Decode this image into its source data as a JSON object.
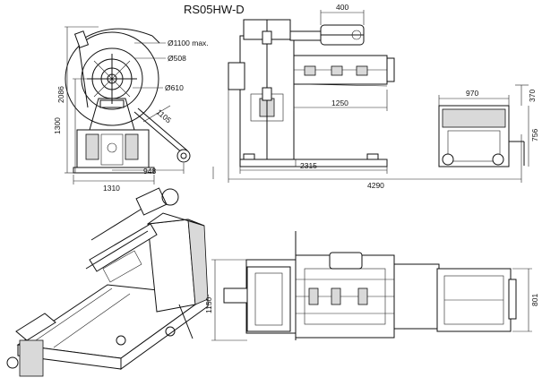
{
  "title": "RS05HW-D",
  "dimensions": {
    "d1100": "Ø1100 max.",
    "d508": "Ø508",
    "d610": "Ø610",
    "h2086": "2086",
    "h1300": "1300",
    "l1105": "1105",
    "w948": "948",
    "w1310": "1310",
    "w400": "400",
    "w1250": "1250",
    "w2315": "2315",
    "w4290": "4290",
    "w970": "970",
    "h370": "370",
    "h756": "756",
    "h1150": "1150",
    "h801": "801"
  }
}
